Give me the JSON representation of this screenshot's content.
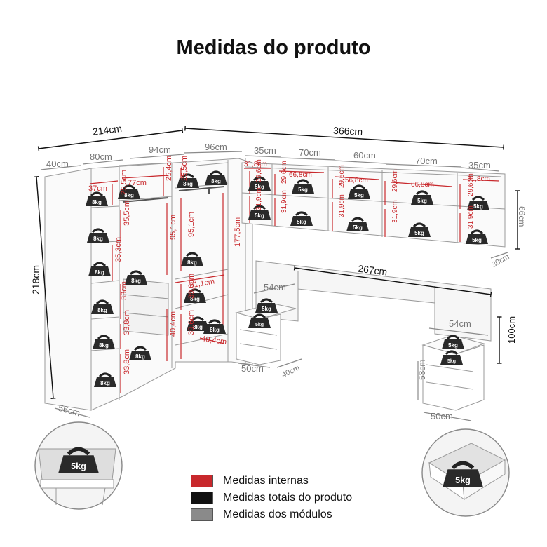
{
  "title": "Medidas do produto",
  "legend": [
    {
      "label": "Medidas internas",
      "color": "#c8282c"
    },
    {
      "label": "Medidas totais do produto",
      "color": "#111111"
    },
    {
      "label": "Medidas dos módulos",
      "color": "#8a8a8a"
    }
  ],
  "totals": {
    "width_left": "214cm",
    "width_right": "366cm",
    "height": "218cm",
    "depth": "56cm",
    "headboard_width": "267cm",
    "upper_height": "66cm",
    "upper_depth": "30cm",
    "headboard_height": "100cm"
  },
  "modules": {
    "m40": "40cm",
    "m80": "80cm",
    "m94": "94cm",
    "m96": "96cm",
    "m35a": "35cm",
    "m70a": "70cm",
    "m60": "60cm",
    "m70b": "70cm",
    "m35b": "35cm",
    "ns1_w": "54cm",
    "ns1_base": "50cm",
    "ns1_depth": "40cm",
    "ns2_w": "54cm",
    "ns2_h": "53cm",
    "ns2_base": "50cm"
  },
  "internal": {
    "i37": "37cm",
    "i255a": "25,5cm",
    "i77": "77cm",
    "i254": "25,4cm",
    "i255b": "25,5cm",
    "i355": "35,5cm",
    "i353": "35,3cm",
    "i33": "33cm",
    "i338a": "33,8cm",
    "i338b": "33,8cm",
    "i951a": "95,1cm",
    "i404a": "40,4cm",
    "i951b": "95,1cm",
    "i1775": "177,5cm",
    "i911": "91,1cm",
    "i396a": "39,6cm",
    "i396b": "39,6cm",
    "i404b": "40,4cm",
    "i318a": "31,8cm",
    "i296a": "29,6cm",
    "i319a": "31,9cm",
    "i668a": "66,8cm",
    "i296b": "29,6cm",
    "i319b": "31,9cm",
    "i568": "56,8cm",
    "i296c": "29,6cm",
    "i319c": "31,9cm",
    "i668b": "66,8cm",
    "i296d": "29,6cm",
    "i319d": "31,9cm",
    "i318b": "31,8cm",
    "i296e": "29,6cm",
    "i319e": "31,9cm"
  },
  "weights": {
    "w8": "8kg",
    "w5": "5kg"
  }
}
